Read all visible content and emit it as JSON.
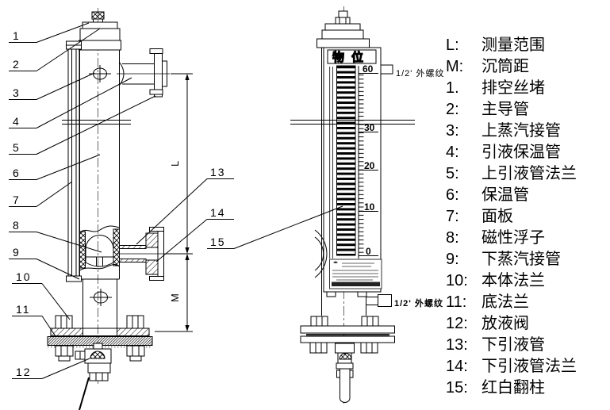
{
  "legend": {
    "items": [
      {
        "prefix": "L:",
        "label": "测量范围"
      },
      {
        "prefix": "M:",
        "label": "沉筒距"
      },
      {
        "prefix": "1.",
        "label": "排空丝堵"
      },
      {
        "prefix": "2:",
        "label": "主导管"
      },
      {
        "prefix": "3:",
        "label": "上蒸汽接管"
      },
      {
        "prefix": "4:",
        "label": "引液保温管"
      },
      {
        "prefix": "5:",
        "label": "上引液管法兰"
      },
      {
        "prefix": "6:",
        "label": "保温管"
      },
      {
        "prefix": "7:",
        "label": "面板"
      },
      {
        "prefix": "8:",
        "label": "磁性浮子"
      },
      {
        "prefix": "9:",
        "label": "下蒸汽接管"
      },
      {
        "prefix": "10:",
        "label": "本体法兰"
      },
      {
        "prefix": "11:",
        "label": "底法兰"
      },
      {
        "prefix": "12:",
        "label": "放液阀"
      },
      {
        "prefix": "13:",
        "label": "下引液管"
      },
      {
        "prefix": "14:",
        "label": "下引液管法兰"
      },
      {
        "prefix": "15:",
        "label": "红白翻柱"
      }
    ]
  },
  "figure": {
    "callouts": [
      "1",
      "2",
      "3",
      "4",
      "5",
      "6",
      "7",
      "8",
      "9",
      "10",
      "11",
      "12",
      "13",
      "14",
      "15"
    ],
    "panel_title": "物位",
    "scale_values": [
      "60",
      "30",
      "20",
      "10",
      "0"
    ],
    "dim_length_label": "L",
    "dim_distance_label": "M",
    "thread_label_top": "1/2' 外螺纹",
    "thread_label_bottom": "1/2' 外螺纹"
  },
  "colors": {
    "ink": "#000000",
    "paper": "#ffffff"
  }
}
